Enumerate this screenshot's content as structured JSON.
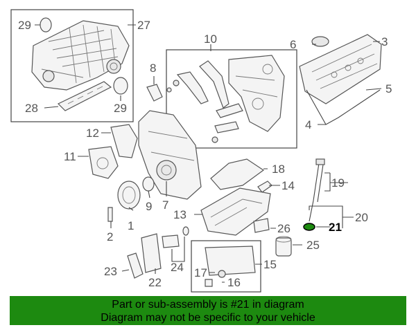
{
  "diagram": {
    "labels": {
      "l1": "1",
      "l2": "2",
      "l3": "3",
      "l4": "4",
      "l5": "5",
      "l6": "6",
      "l7": "7",
      "l8": "8",
      "l9": "9",
      "l10": "10",
      "l11": "11",
      "l12": "12",
      "l13": "13",
      "l14": "14",
      "l15": "15",
      "l16": "16",
      "l17": "17",
      "l18": "18",
      "l19": "19",
      "l20": "20",
      "l21": "21",
      "l22": "22",
      "l23": "23",
      "l24": "24",
      "l25": "25",
      "l26": "26",
      "l27": "27",
      "l28": "28",
      "l29a": "29",
      "l29b": "29"
    },
    "highlight_part": "21",
    "highlight_color": "#1d8a10"
  },
  "banner": {
    "line1": "Part or sub-assembly is #21 in diagram",
    "line2": "Diagram may not be specific to your vehicle",
    "color": "#1d8a10"
  }
}
